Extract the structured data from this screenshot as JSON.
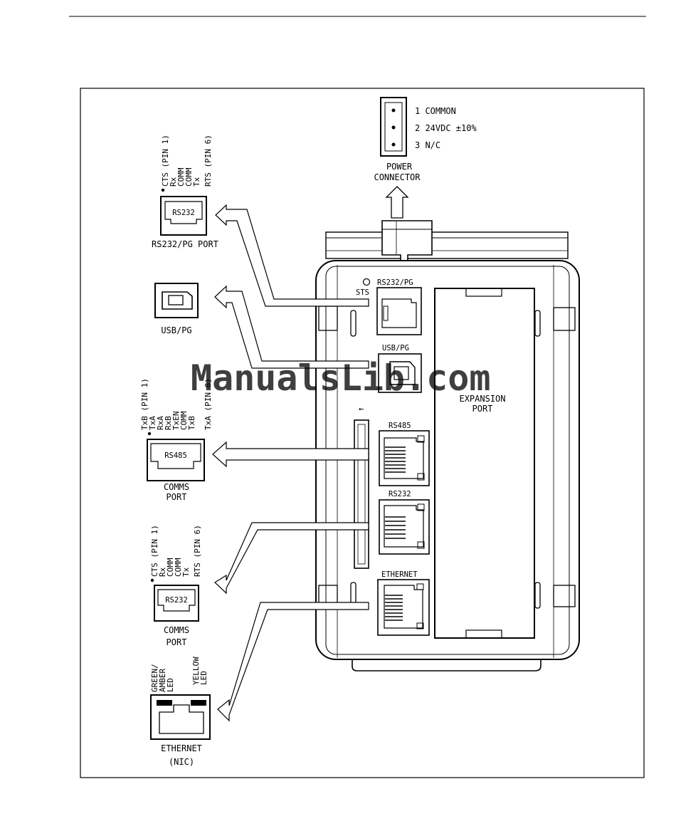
{
  "watermark": "ManualsLib.com",
  "power_connector": {
    "pins": [
      "1  COMMON",
      "2  24VDC ±10%",
      "3  N/C"
    ],
    "title_line1": "POWER",
    "title_line2": "CONNECTOR"
  },
  "rs232_pg_port": {
    "jack_label": "RS232",
    "caption": "RS232/PG PORT",
    "pin_labels": [
      "CTS  (PIN 1)",
      "Rx",
      "COMM",
      "COMM",
      "Tx",
      "RTS  (PIN 6)"
    ]
  },
  "usb_pg_port": {
    "caption": "USB/PG"
  },
  "rs485_comms_port": {
    "jack_label": "RS485",
    "caption_line1": "COMMS",
    "caption_line2": "PORT",
    "pin_labels": [
      "TxB  (PIN 1)",
      "TxA",
      "RxA",
      "RxB",
      "TxEN",
      "COMM",
      "TxB",
      "TxA  (PIN 8)"
    ]
  },
  "rs232_comms_port": {
    "jack_label": "RS232",
    "caption_line1": "COMMS",
    "caption_line2": "PORT",
    "pin_labels": [
      "CTS  (PIN 1)",
      "Rx",
      "COMM",
      "COMM",
      "Tx",
      "RTS  (PIN 6)"
    ]
  },
  "ethernet_port": {
    "caption_line1": "ETHERNET",
    "caption_line2": "(NIC)",
    "led_left_line1": "GREEN/",
    "led_left_line2": "AMBER",
    "led_left_line3": "LED",
    "led_right_line1": "YELLOW",
    "led_right_line2": "LED"
  },
  "device": {
    "sts_label": "STS",
    "rs232pg_label": "RS232/PG",
    "usbpg_label": "USB/PG",
    "rs485_label": "RS485",
    "rs232_label": "RS232",
    "ethernet_label": "ETHERNET",
    "expansion_line1": "EXPANSION",
    "expansion_line2": "PORT",
    "arrow_glyph": "←"
  }
}
